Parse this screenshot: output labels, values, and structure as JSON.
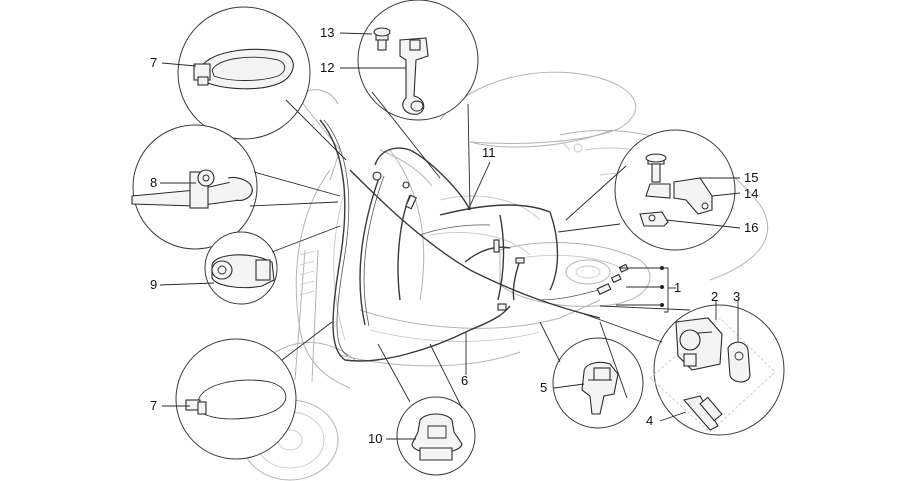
{
  "callouts": [
    {
      "id": "c1",
      "text": "1"
    },
    {
      "id": "c2",
      "text": "2"
    },
    {
      "id": "c3",
      "text": "3"
    },
    {
      "id": "c4",
      "text": "4"
    },
    {
      "id": "c5",
      "text": "5"
    },
    {
      "id": "c6",
      "text": "6"
    },
    {
      "id": "c7a",
      "text": "7"
    },
    {
      "id": "c7b",
      "text": "7"
    },
    {
      "id": "c8",
      "text": "8"
    },
    {
      "id": "c9",
      "text": "9"
    },
    {
      "id": "c10",
      "text": "10"
    },
    {
      "id": "c11",
      "text": "11"
    },
    {
      "id": "c12",
      "text": "12"
    },
    {
      "id": "c13",
      "text": "13"
    },
    {
      "id": "c14",
      "text": "14"
    },
    {
      "id": "c15",
      "text": "15"
    },
    {
      "id": "c16",
      "text": "16"
    }
  ]
}
